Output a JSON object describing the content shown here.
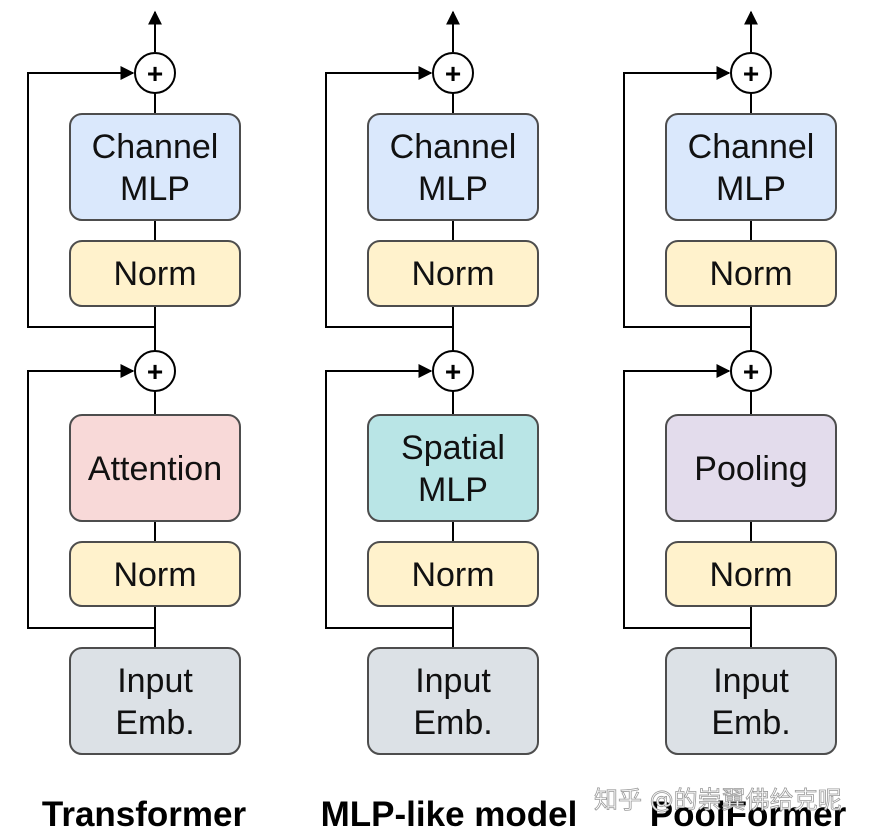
{
  "columns": [
    {
      "caption": "Transformer",
      "channel_mlp": [
        "Channel",
        "MLP"
      ],
      "norm_top": "Norm",
      "mixer": [
        "Attention"
      ],
      "mixer_color": "#f8d9d8",
      "norm_bottom": "Norm",
      "input": [
        "Input",
        "Emb."
      ]
    },
    {
      "caption": "MLP-like model",
      "channel_mlp": [
        "Channel",
        "MLP"
      ],
      "norm_top": "Norm",
      "mixer": [
        "Spatial",
        "MLP"
      ],
      "mixer_color": "#b9e5e6",
      "norm_bottom": "Norm",
      "input": [
        "Input",
        "Emb."
      ]
    },
    {
      "caption": "PoolFormer",
      "channel_mlp": [
        "Channel",
        "MLP"
      ],
      "norm_top": "Norm",
      "mixer": [
        "Pooling"
      ],
      "mixer_color": "#e3dcec",
      "norm_bottom": "Norm",
      "input": [
        "Input",
        "Emb."
      ]
    }
  ],
  "plus_symbol": "+",
  "watermark": "知乎 @的崇翼佛给克呢",
  "colors": {
    "channel_mlp": "#dae8fc",
    "norm": "#fff2cc",
    "input": "#dce1e6",
    "stroke": "#000000",
    "box_border": "#4d4d4d"
  }
}
